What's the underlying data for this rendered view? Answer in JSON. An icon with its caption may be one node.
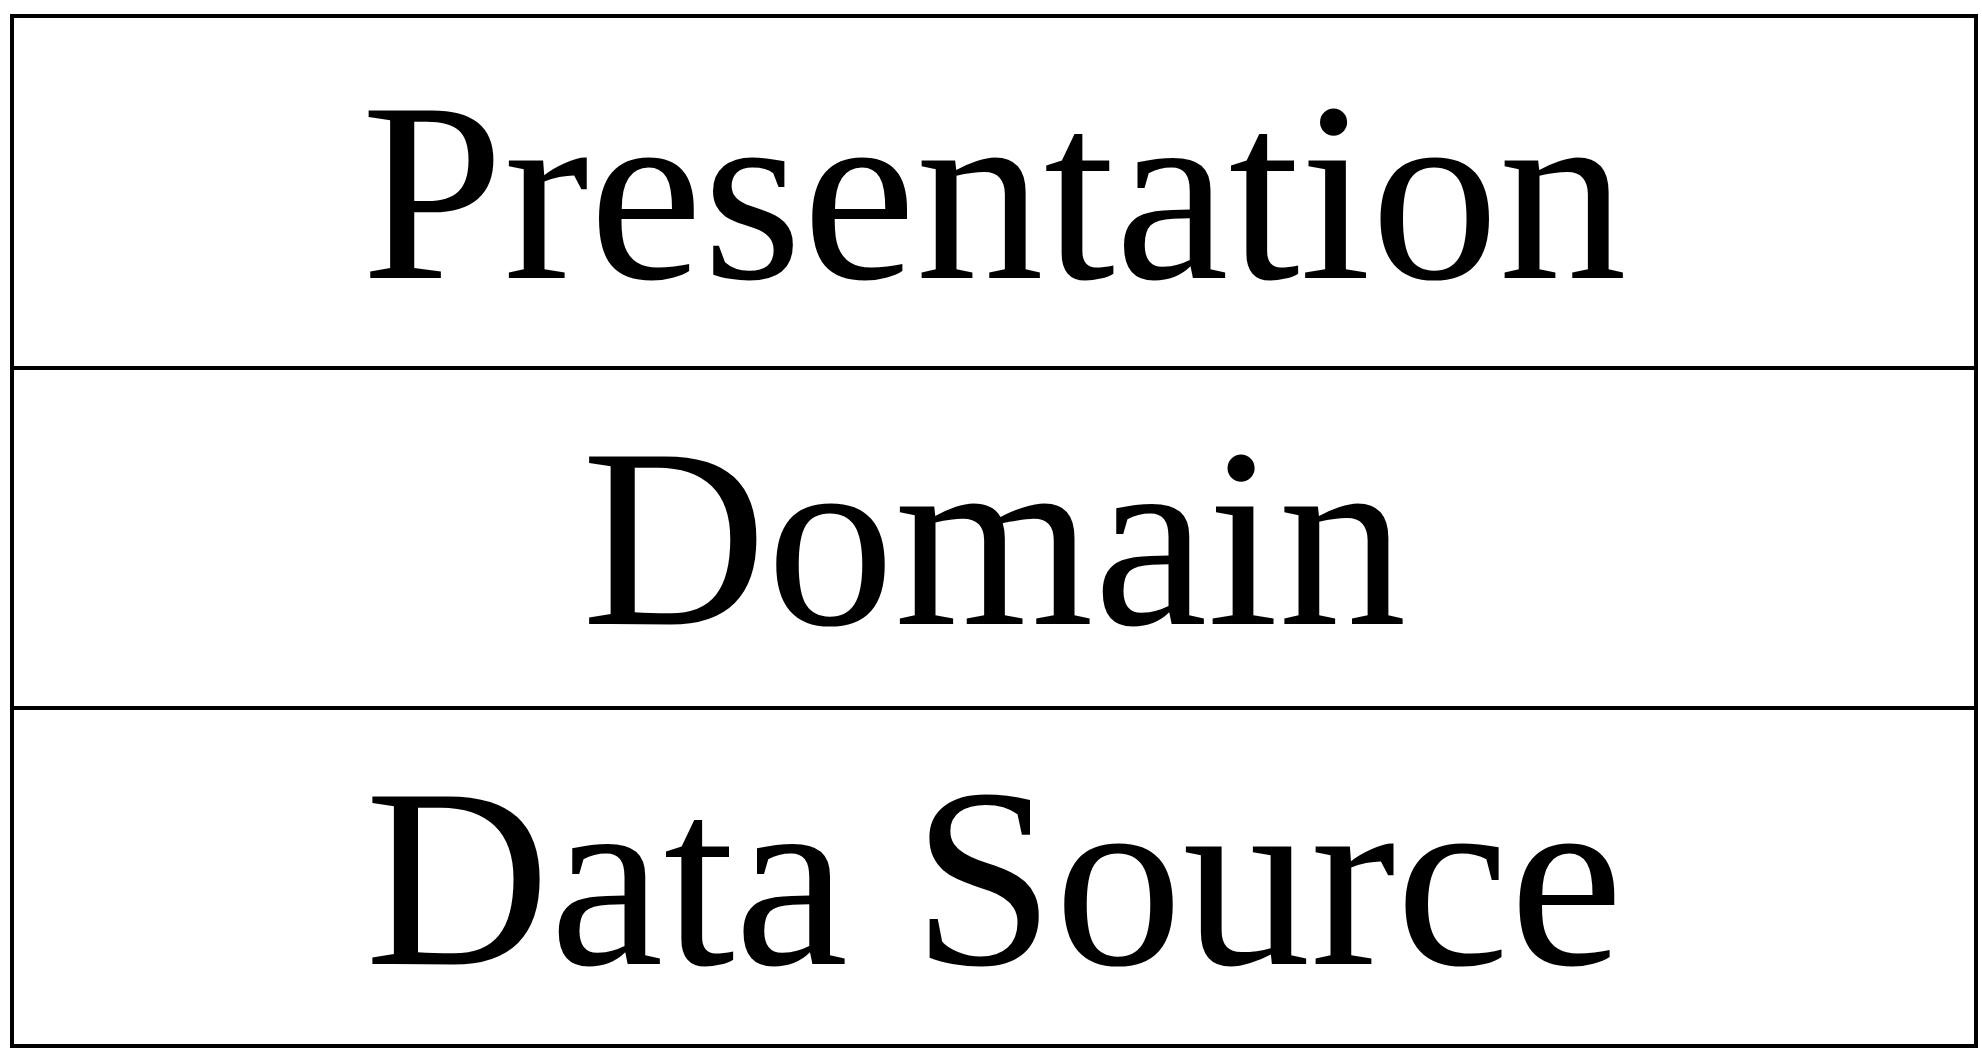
{
  "diagram": {
    "nodes": [
      {
        "text": [
          "Presentation"
        ]
      },
      {
        "text": [
          "Domain"
        ]
      },
      {
        "text": [
          "Data Source"
        ]
      }
    ]
  }
}
